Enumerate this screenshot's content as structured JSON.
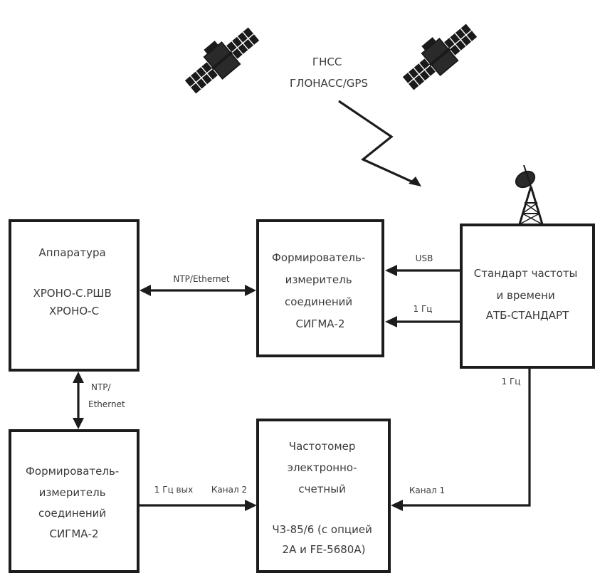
{
  "gnss": {
    "label_line1": "ГНСС",
    "label_line2": "ГЛОНАСС/GPS"
  },
  "boxes": {
    "apparatus": {
      "title": "Аппаратура",
      "line2": "ХРОНО-С.РШВ",
      "line3": "ХРОНО-С"
    },
    "sigma_top": {
      "line1": "Формирователь-",
      "line2": "измеритель",
      "line3": "соединений",
      "line4": "СИГМА-2"
    },
    "standard": {
      "line1": "Стандарт частоты",
      "line2": "и времени",
      "line3": "АТБ-СТАНДАРТ"
    },
    "sigma_bottom": {
      "line1": "Формирователь-",
      "line2": "измеритель",
      "line3": "соединений",
      "line4": "СИГМА-2"
    },
    "counter": {
      "line1": "Частотомер",
      "line2": "электронно-",
      "line3": "счетный",
      "line4": "Ч3-85/6 (с опцией",
      "line5": "2А и FE-5680A)"
    }
  },
  "connections": {
    "ntp_ethernet_h": "NTP/Ethernet",
    "usb": "USB",
    "pps_top": "1 Гц",
    "pps_down": "1 Гц",
    "ntp_v_line1": "NTP/",
    "ntp_v_line2": "Ethernet",
    "pps_out": "1 Гц вых",
    "channel2": "Канал 2",
    "channel1": "Канал 1"
  }
}
